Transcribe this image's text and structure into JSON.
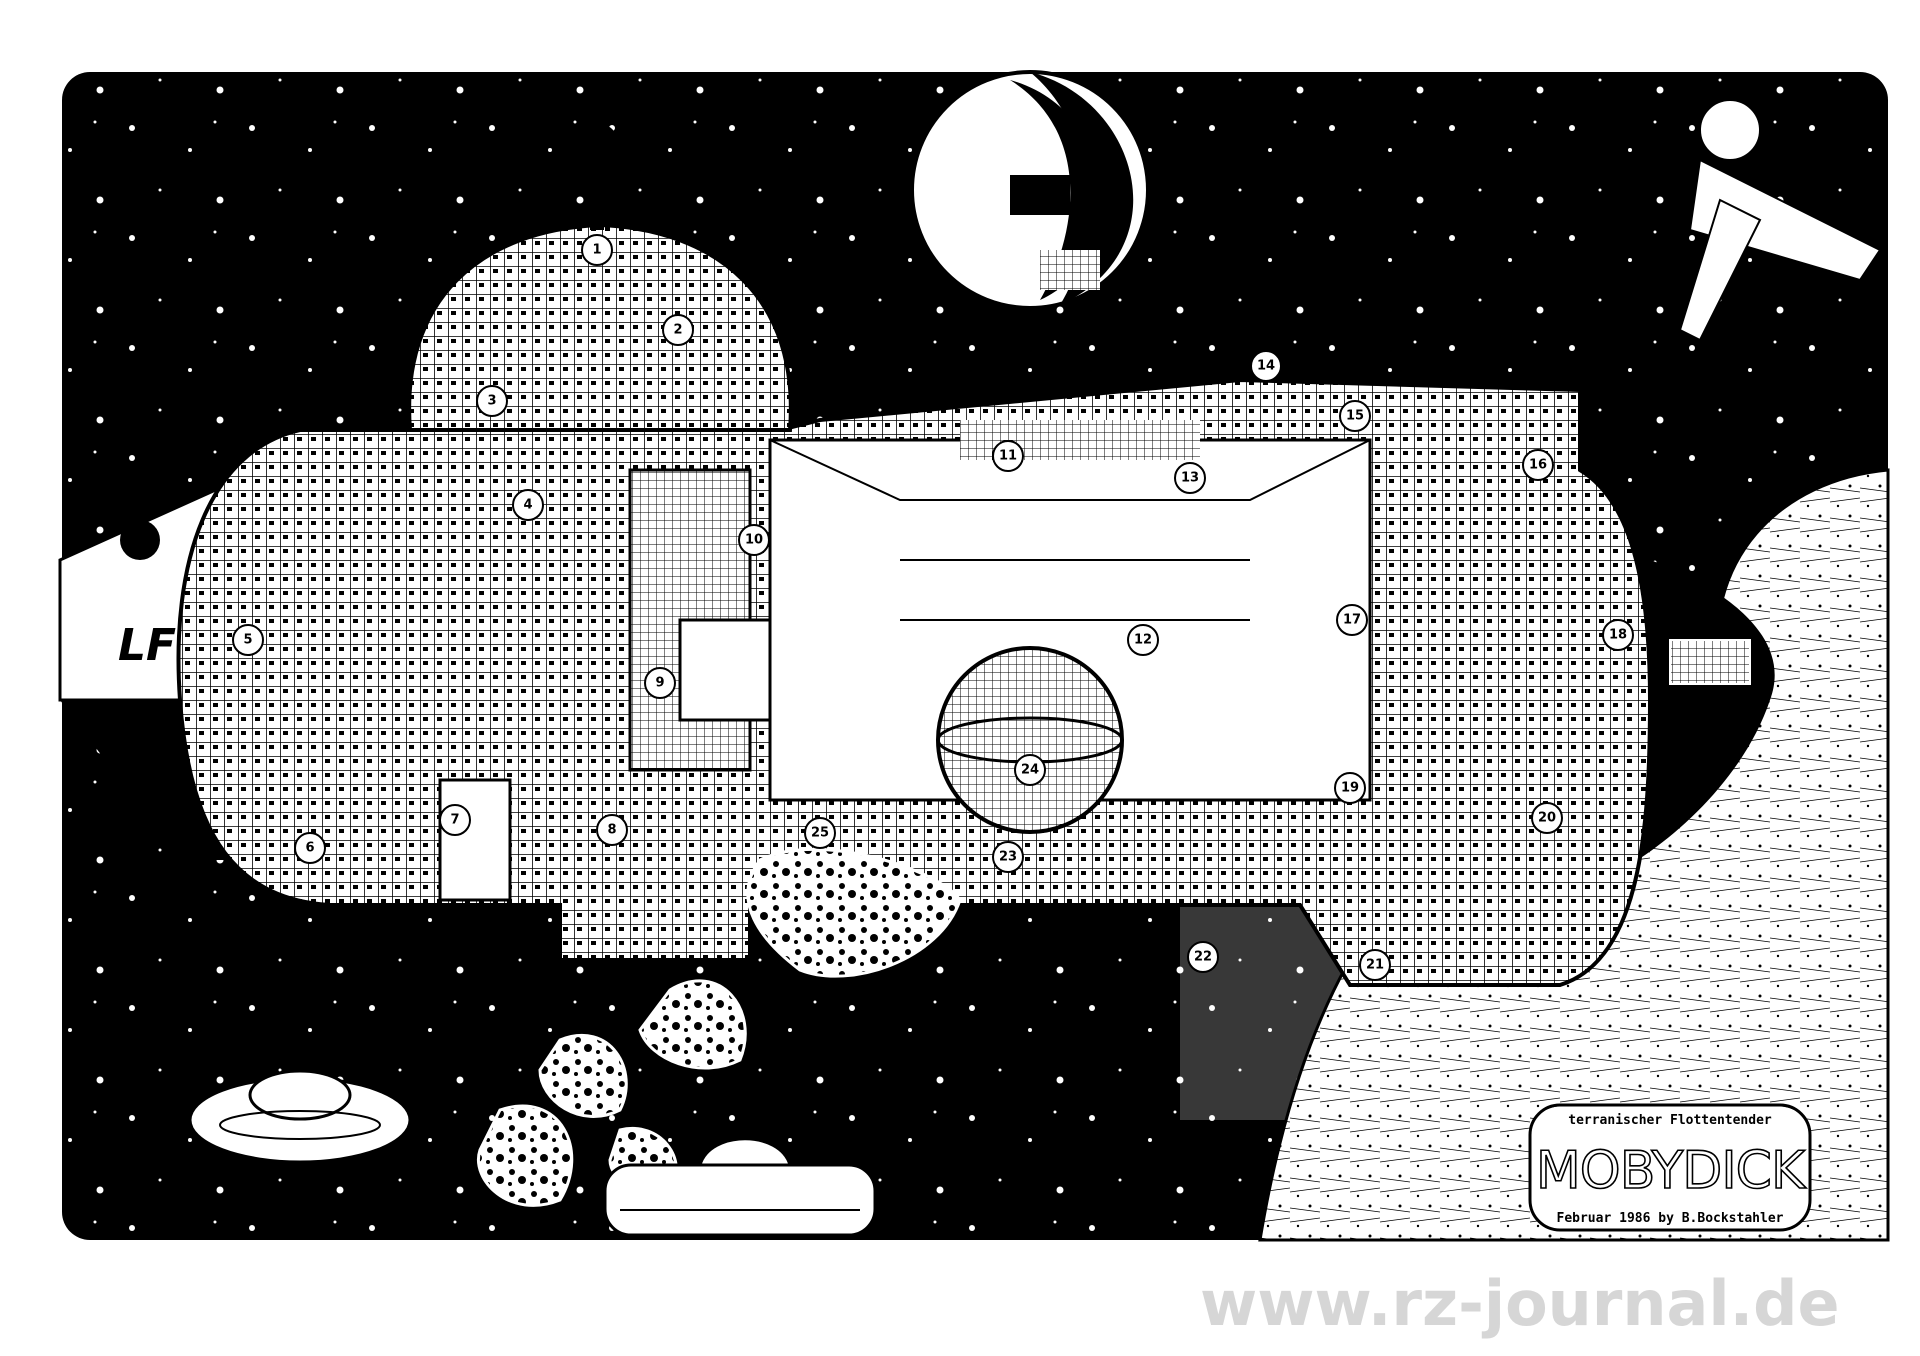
{
  "labels": {
    "numbers": [
      "1",
      "2",
      "3",
      "4",
      "5",
      "6",
      "7",
      "8",
      "9",
      "10",
      "11",
      "12",
      "13",
      "14",
      "15",
      "16",
      "17",
      "18",
      "19",
      "20",
      "21",
      "22",
      "23",
      "24",
      "25"
    ]
  },
  "hull": {
    "marking": "LF"
  },
  "title_panel": {
    "subtitle": "terranischer Flottentender",
    "title": "MOBYDICK",
    "credit": "Februar 1986 by B.Bockstahler"
  },
  "watermark": {
    "text": "www.rz-journal.de"
  },
  "colors": {
    "space": "#000000",
    "paper": "#ffffff",
    "watermark": "#cfcfcf"
  }
}
